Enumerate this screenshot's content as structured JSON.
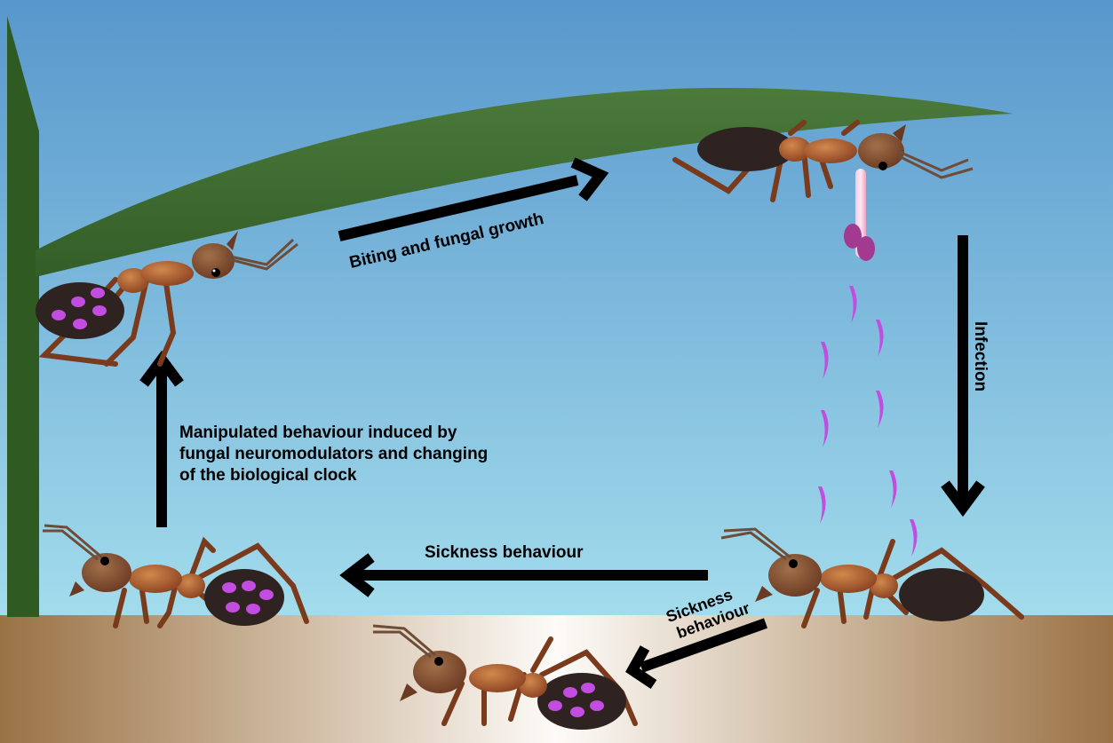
{
  "labels": {
    "biting": "Biting and fungal growth",
    "infection": "Infection",
    "sickness_main": "Sickness behaviour",
    "sickness_small_line1": "Sickness",
    "sickness_small_line2": "behaviour",
    "manipulated_line1": "Manipulated behaviour induced by",
    "manipulated_line2": "fungal neuromodulators and changing",
    "manipulated_line3": "of the biological clock"
  },
  "colors": {
    "sky_top": "#5b9bd0",
    "sky_bottom": "#9fd9ea",
    "leaf": "#3e6a30",
    "stem": "#2f5a22",
    "ground_edge": "#9c7548",
    "ground_center": "#fbf8f3",
    "ant_body": "#a0522d",
    "ant_dark": "#3a2a20",
    "spore": "#c24de0",
    "arrow": "#000000"
  }
}
